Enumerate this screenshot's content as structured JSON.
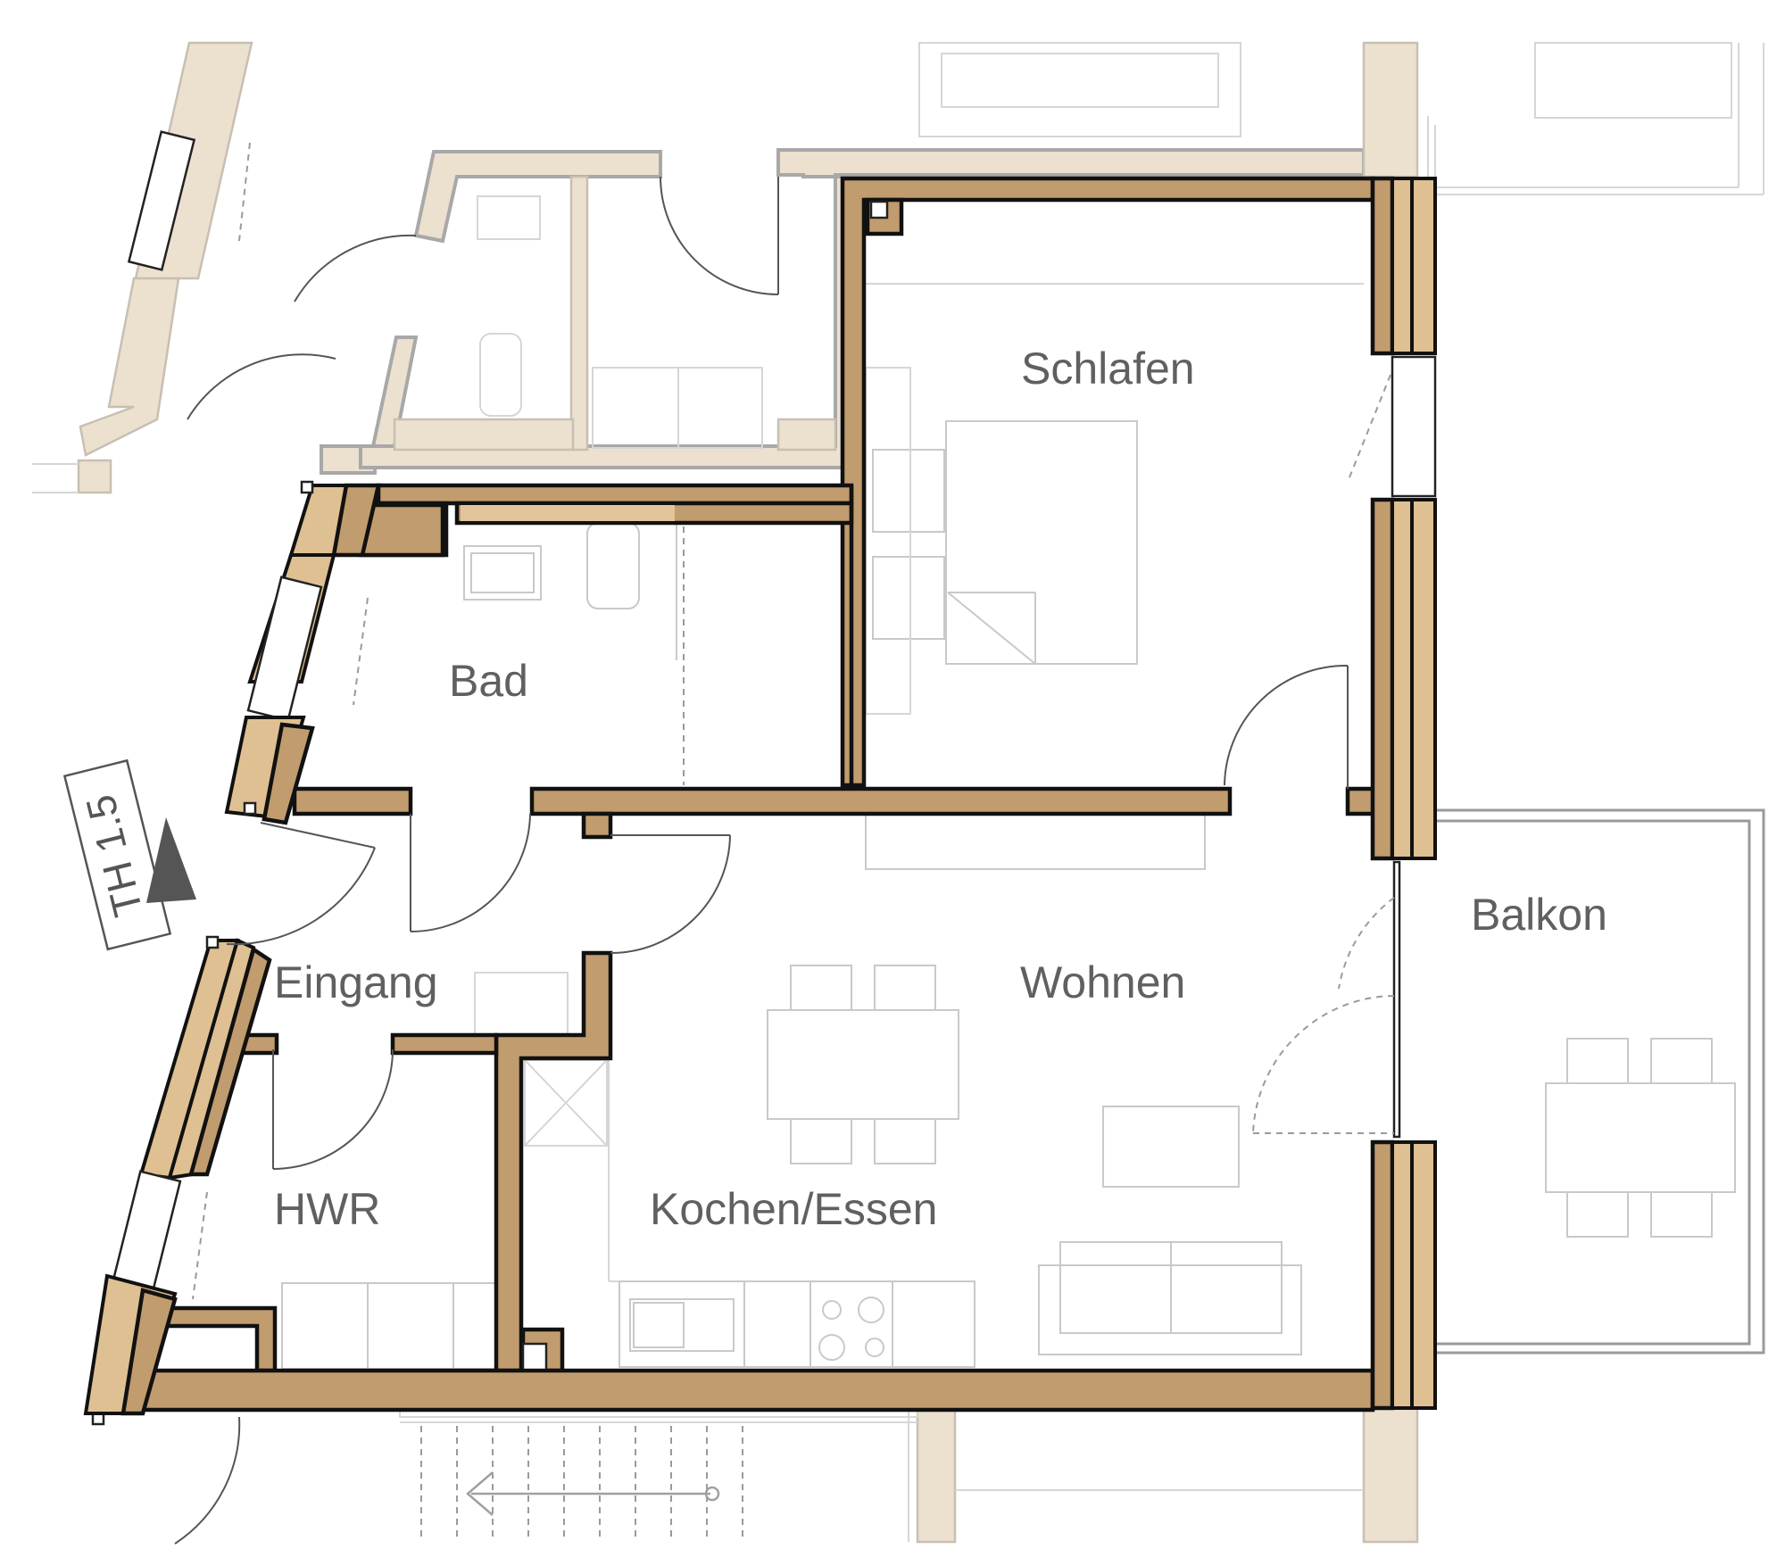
{
  "rooms": {
    "schlafen": "Schlafen",
    "bad": "Bad",
    "eingang": "Eingang",
    "hwr": "HWR",
    "wohnen": "Wohnen",
    "balkon": "Balkon",
    "kochen_essen": "Kochen/Essen"
  },
  "entrance_tag": "TH 1.5",
  "colors": {
    "wall_fill": "#c19c6e",
    "outer_wall_light": "#dfc092",
    "neighbor_wall": "#ece0cf",
    "label_text": "#606060"
  },
  "icons": {
    "entrance_marker": "triangle-arrow-icon"
  }
}
